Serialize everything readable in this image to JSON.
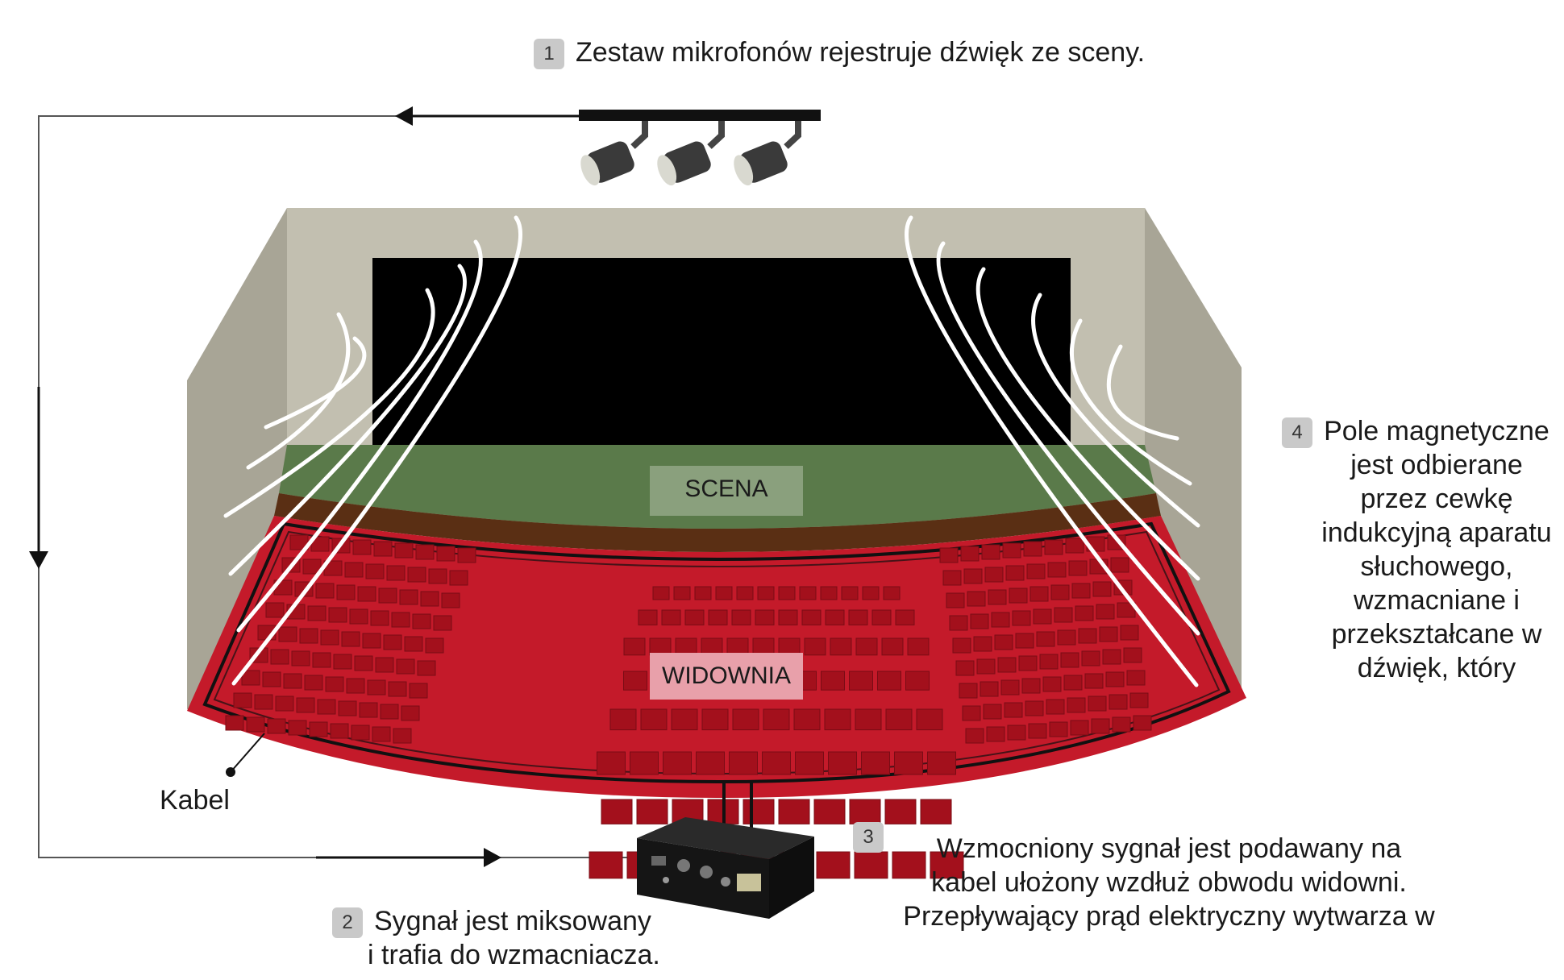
{
  "step1": {
    "number": "1",
    "text": "Zestaw mikrofonów rejestruje dźwięk ze sceny."
  },
  "step2": {
    "number": "2",
    "line1": "Sygnał jest miksowany",
    "line2": "i trafia do wzmacniacza."
  },
  "step3": {
    "number": "3",
    "lines": [
      "Wzmocniony sygnał jest podawany na",
      "kabel ułożony wzdłuż obwodu widowni.",
      "Przepływający prąd elektryczny wytwarza w"
    ]
  },
  "step4": {
    "number": "4",
    "lines": [
      "Pole magnetyczne",
      "jest odbierane",
      "przez cewkę",
      "indukcyjną aparatu",
      "słuchowego,",
      "wzmacniane i",
      "przekształcane w",
      "dźwięk, który"
    ]
  },
  "labels": {
    "stage": "SCENA",
    "audience": "WIDOWNIA",
    "cable": "Kabel"
  },
  "colors": {
    "wall": "#a8a596",
    "wall_inner": "#c2bfb0",
    "screen": "#000000",
    "stage_floor": "#5a7a4a",
    "stage_edge": "#5a2f14",
    "audience": "#c41a2a",
    "seat": "#a3101c",
    "sound_wave": "#ffffff",
    "stage_label_bg": "#8aa07d",
    "audience_label_bg": "#e8a0aa"
  },
  "icons": [
    "microphone-icon",
    "amplifier-icon",
    "arrow-left-icon",
    "arrow-down-icon",
    "arrow-right-icon"
  ]
}
